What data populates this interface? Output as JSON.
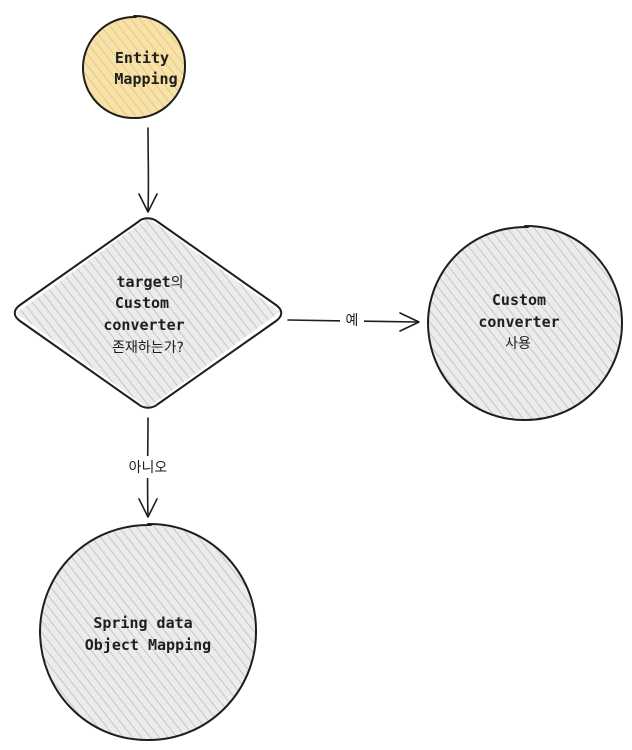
{
  "colors": {
    "start_fill": "#f6e2aa",
    "node_fill": "#ececec",
    "hatch": "#bdbdbd",
    "stroke": "#1e1e1e"
  },
  "nodes": {
    "start": {
      "line1": "Entity",
      "line2": "Mapping"
    },
    "decision": {
      "line1_code": "target",
      "line1_suffix": "의",
      "line2": "Custom",
      "line3": "converter",
      "line4": "존재하는가?"
    },
    "custom": {
      "line1": "Custom",
      "line2": "converter",
      "line3": "사용"
    },
    "spring": {
      "line1": "Spring data",
      "line2": "Object Mapping"
    }
  },
  "edges": {
    "yes_label": "예",
    "no_label": "아니오"
  }
}
